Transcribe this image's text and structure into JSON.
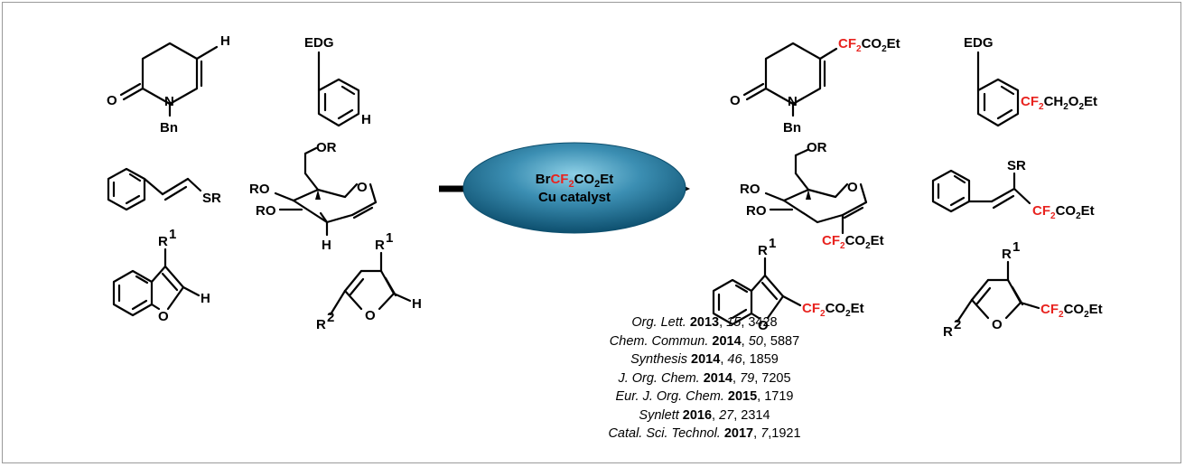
{
  "colors": {
    "highlight": "#e8231f",
    "ellipse_dark": "#0d4f6e",
    "ellipse_light": "#8ed0e6",
    "frame": "#9a9a9a"
  },
  "reagent": {
    "line1_pre": "Br",
    "line1_red": "CF",
    "line1_red_sub": "2",
    "line1_post": "CO",
    "line1_post_sub": "2",
    "line1_end": "Et",
    "line2": "Cu catalyst"
  },
  "atoms": {
    "H": "H",
    "O": "O",
    "N": "N",
    "Bn": "Bn",
    "EDG": "EDG",
    "OR": "OR",
    "RO": "RO",
    "SR": "SR",
    "R": "R",
    "one": "1",
    "two": "2",
    "CF": "CF",
    "sub2": "2",
    "CO": "CO",
    "Et": "Et",
    "CH": "CH"
  },
  "references": [
    {
      "journal": "Org. Lett.",
      "year": "2013",
      "volume": "15",
      "pages": ", 3428"
    },
    {
      "journal": "Chem. Commun.",
      "year": "2014",
      "volume": "50",
      "pages": ", 5887"
    },
    {
      "journal": "Synthesis",
      "year": "2014",
      "volume": "46",
      "pages": ", 1859"
    },
    {
      "journal": "J. Org. Chem.",
      "year": "2014",
      "volume": "79",
      "pages": ", 7205"
    },
    {
      "journal": "Eur. J. Org. Chem.",
      "year": "2015",
      "volume": "",
      "pages": ", 1719"
    },
    {
      "journal": "Synlett",
      "year": "2016",
      "volume": "27",
      "pages": ", 2314"
    },
    {
      "journal": "Catal. Sci. Technol.",
      "year": "2017",
      "volume": "7",
      "pages": ",1921"
    }
  ]
}
